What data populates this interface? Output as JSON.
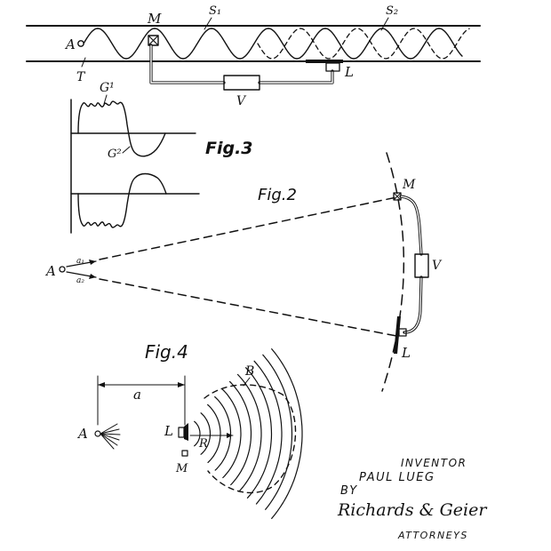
{
  "fig1": {
    "labels": {
      "A": "A",
      "M": "M",
      "s1": "S₁",
      "s2": "S₂",
      "T": "T",
      "L": "L",
      "V": "V"
    }
  },
  "fig2": {
    "title": "Fig.2",
    "labels": {
      "A": "A",
      "a1": "a₁",
      "a2": "a₂",
      "M": "M",
      "V": "V",
      "L": "L"
    }
  },
  "fig3": {
    "title": "Fig.3",
    "labels": {
      "G1": "G¹",
      "G2": "G²"
    }
  },
  "fig4": {
    "title": "Fig.4",
    "labels": {
      "A": "A",
      "a": "a",
      "B": "B",
      "L": "L",
      "R": "R",
      "M": "M"
    }
  },
  "signature": {
    "inventor_label": "INVENTOR",
    "inventor_name": "PAUL LUEG",
    "by": "BY",
    "firm": "Richards & Geier",
    "attorneys": "ATTORNEYS"
  }
}
